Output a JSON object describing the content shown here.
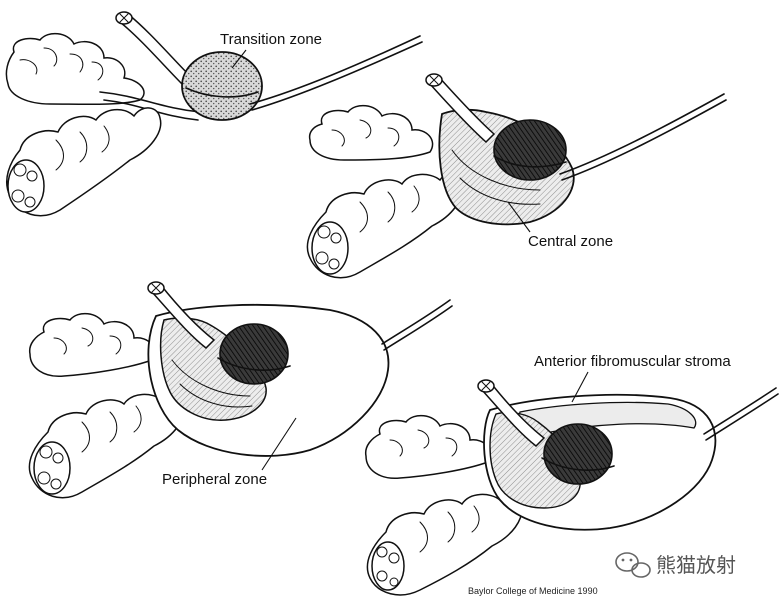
{
  "labels": {
    "transition": "Transition zone",
    "central": "Central zone",
    "peripheral": "Peripheral zone",
    "stroma": "Anterior fibromuscular stroma"
  },
  "credit": "Baylor College of Medicine 1990",
  "watermark": {
    "text": "熊猫放射",
    "icon": "wechat-icon"
  },
  "colors": {
    "ink": "#111111",
    "stipple": "#bdbdbd",
    "dark_zone": "#2b2b2b",
    "hatch_light": "#e4e4e4"
  }
}
